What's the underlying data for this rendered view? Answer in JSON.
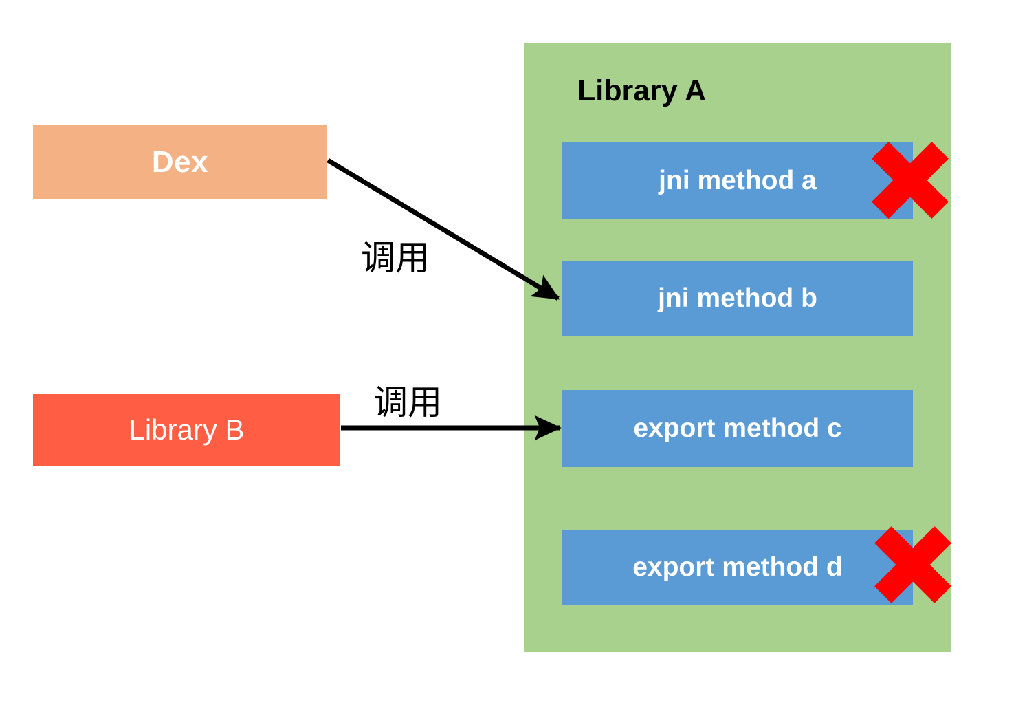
{
  "diagram": {
    "title_text": "Library A",
    "sources": [
      {
        "id": "dex",
        "label": "Dex",
        "color": "#F4B183"
      },
      {
        "id": "library-b",
        "label": "Library B",
        "color": "#FF5E45"
      }
    ],
    "container": {
      "label": "Library A",
      "color": "#A9D18E"
    },
    "methods": [
      {
        "id": "jni-method-a",
        "label": "jni method a",
        "color": "#5B9BD5",
        "marked_invalid": true
      },
      {
        "id": "jni-method-b",
        "label": "jni method b",
        "color": "#5B9BD5",
        "marked_invalid": false
      },
      {
        "id": "export-method-c",
        "label": "export method c",
        "color": "#5B9BD5",
        "marked_invalid": false
      },
      {
        "id": "export-method-d",
        "label": "export method d",
        "color": "#5B9BD5",
        "marked_invalid": true
      }
    ],
    "edges": [
      {
        "id": "dex-to-jni-method-b",
        "label": "调用",
        "from": "dex",
        "to": "jni-method-b"
      },
      {
        "id": "library-b-to-export-method-c",
        "label": "调用",
        "from": "library-b",
        "to": "export-method-c"
      }
    ],
    "markers": {
      "invalid_color": "#FF0000",
      "invalid_glyph": "cross"
    },
    "arrow_color": "#000000"
  }
}
